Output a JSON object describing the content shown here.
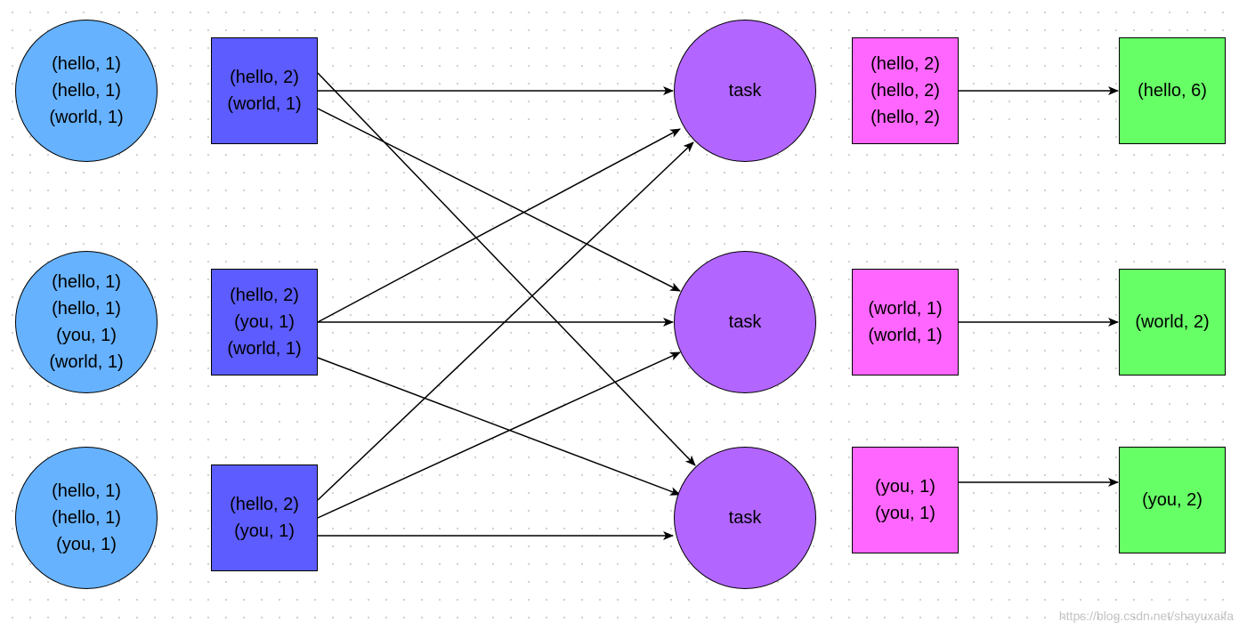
{
  "colors": {
    "input_circle": "#66b2ff",
    "combiner_box": "#5c5cff",
    "task_circle": "#b266ff",
    "grouped_box": "#ff66ff",
    "result_box": "#66ff66",
    "edge": "#000000"
  },
  "inputs": [
    {
      "lines": [
        "(hello, 1)",
        "(hello, 1)",
        "(world, 1)"
      ]
    },
    {
      "lines": [
        "(hello, 1)",
        "(hello, 1)",
        "(you, 1)",
        "(world, 1)"
      ]
    },
    {
      "lines": [
        "(hello, 1)",
        "(hello, 1)",
        "(you, 1)"
      ]
    }
  ],
  "combiners": [
    {
      "lines": [
        "(hello, 2)",
        "(world, 1)"
      ]
    },
    {
      "lines": [
        "(hello, 2)",
        "(you, 1)",
        "(world, 1)"
      ]
    },
    {
      "lines": [
        "(hello, 2)",
        "(you, 1)"
      ]
    }
  ],
  "tasks": [
    {
      "label": "task"
    },
    {
      "label": "task"
    },
    {
      "label": "task"
    }
  ],
  "grouped": [
    {
      "lines": [
        "(hello, 2)",
        "(hello, 2)",
        "(hello, 2)"
      ]
    },
    {
      "lines": [
        "(world, 1)",
        "(world, 1)"
      ]
    },
    {
      "lines": [
        "(you, 1)",
        "(you, 1)"
      ]
    }
  ],
  "results": [
    {
      "lines": [
        "(hello, 6)"
      ]
    },
    {
      "lines": [
        "(world, 2)"
      ]
    },
    {
      "lines": [
        "(you, 2)"
      ]
    }
  ],
  "watermark": "https://blog.csdn.net/shayuxaifa"
}
